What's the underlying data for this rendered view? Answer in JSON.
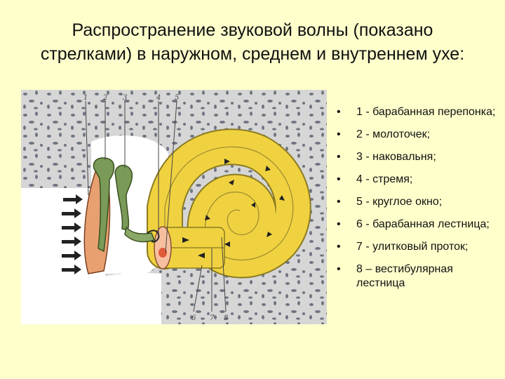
{
  "title": {
    "line1": "Распространение звуковой волны (показано",
    "line2": "стрелками) в наружном, среднем и внутреннем ухе:"
  },
  "figure": {
    "labels_top": [
      "1",
      "2",
      "3",
      "4",
      "5"
    ],
    "labels_bottom": [
      "6",
      "7",
      "8"
    ],
    "colors": {
      "bone_bg": "#d6d6d6",
      "bone_pore": "#6f7480",
      "eardrum": "#e8a070",
      "ossicles": "#7a9a58",
      "cochlea": "#f0d240",
      "round_window": "#e05a3a",
      "arrow": "#222222"
    }
  },
  "legend": {
    "items": [
      "1 - барабанная перепонка;",
      "2 - молоточек;",
      "3 - наковальня;",
      "4 - стремя;",
      "5 - круглое окно;",
      " 6 - барабанная лестница;",
      "7 - улитковый проток;",
      " 8 – вестибулярная лестница"
    ]
  }
}
